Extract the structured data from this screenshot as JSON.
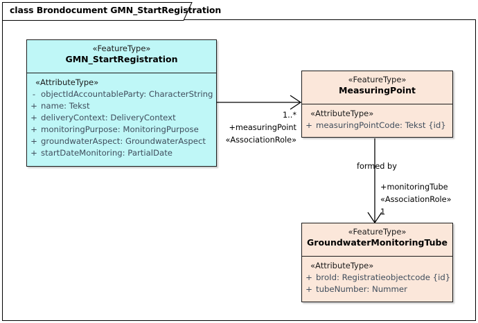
{
  "diagram": {
    "frame_title": "class Brondocument GMN_StartRegistration",
    "colors": {
      "class_fill_primary": "#bff7f7",
      "class_fill_secondary": "#fbe7da",
      "border": "#1a1a1a",
      "attribute_text": "#3f4d5c",
      "background": "#ffffff"
    }
  },
  "classes": [
    {
      "id": "gmn-startregistration",
      "stereotype": "«FeatureType»",
      "name": "GMN_StartRegistration",
      "fill": "cyan",
      "compartment_stereotype": "«AttributeType»",
      "attributes": [
        {
          "visibility": "-",
          "text": "objectIdAccountableParty: CharacterString"
        },
        {
          "visibility": "+",
          "text": "name: Tekst"
        },
        {
          "visibility": "+",
          "text": "deliveryContext: DeliveryContext"
        },
        {
          "visibility": "+",
          "text": "monitoringPurpose: MonitoringPurpose"
        },
        {
          "visibility": "+",
          "text": "groundwaterAspect: GroundwaterAspect"
        },
        {
          "visibility": "+",
          "text": "startDateMonitoring: PartialDate"
        }
      ]
    },
    {
      "id": "measuringpoint",
      "stereotype": "«FeatureType»",
      "name": "MeasuringPoint",
      "fill": "peach",
      "compartment_stereotype": "«AttributeType»",
      "attributes": [
        {
          "visibility": "+",
          "text": "measuringPointCode: Tekst {id}"
        }
      ]
    },
    {
      "id": "groundwatermonitoringtube",
      "stereotype": "«FeatureType»",
      "name": "GroundwaterMonitoringTube",
      "fill": "peach",
      "compartment_stereotype": "«AttributeType»",
      "attributes": [
        {
          "visibility": "+",
          "text": "broId: Registratieobjectcode {id}"
        },
        {
          "visibility": "+",
          "text": "tubeNumber: Nummer"
        }
      ]
    }
  ],
  "associations": [
    {
      "id": "gmn-to-measuringpoint",
      "source": "GMN_StartRegistration",
      "target": "MeasuringPoint",
      "multiplicity": "1..*",
      "role": "+measuringPoint",
      "stereotype": "«AssociationRole»",
      "name": ""
    },
    {
      "id": "measuringpoint-to-tube",
      "source": "MeasuringPoint",
      "target": "GroundwaterMonitoringTube",
      "name": "formed by",
      "multiplicity": "1",
      "role": "+monitoringTube",
      "stereotype": "«AssociationRole»"
    }
  ]
}
